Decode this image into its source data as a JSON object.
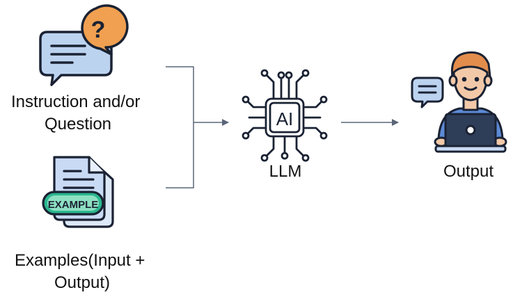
{
  "nodes": {
    "instruction": {
      "label_line1": "Instruction and/or",
      "label_line2": "Question",
      "icon": "question-speech-bubbles-icon"
    },
    "examples": {
      "label_line1": "Examples(Input +",
      "label_line2": "Output)",
      "icon": "example-documents-icon",
      "badge_text": "EXAMPLE"
    },
    "llm": {
      "label": "LLM",
      "icon": "ai-chip-icon",
      "chip_text": "AI"
    },
    "output": {
      "label": "Output",
      "icon": "person-at-laptop-icon"
    }
  },
  "colors": {
    "outline": "#1a2233",
    "bubble_blue": "#bcd3f0",
    "bubble_orange": "#f0a050",
    "badge_green": "#2bb78f",
    "badge_green_light": "#8ee0c2",
    "doc_blue": "#c9daf4",
    "skin": "#f2c9a8",
    "hair": "#e38d4c",
    "shirt": "#5c8ad6",
    "laptop": "#2e3d58",
    "connector": "#5a6678"
  }
}
